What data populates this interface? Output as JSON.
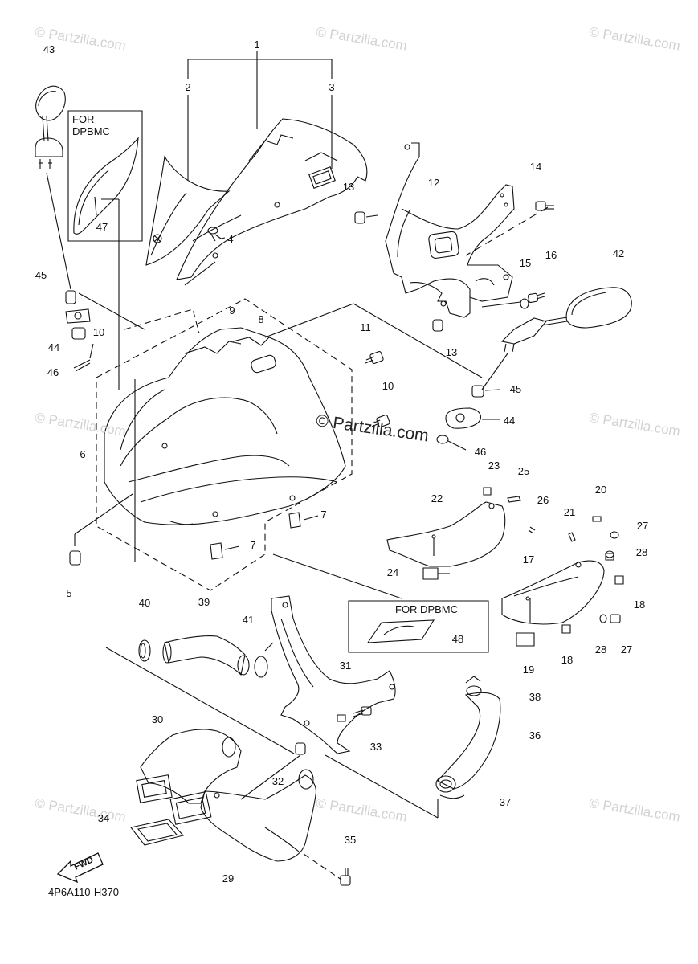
{
  "watermark_text": "© Partzilla.com",
  "diagram_code": "4P6A110-H370",
  "notes": {
    "for_dpbmc_top_line1": "FOR",
    "for_dpbmc_top_line2": "DPBMC",
    "for_dpbmc_bottom": "FOR DPBMC"
  },
  "fwd_label": "FWD",
  "callouts": [
    "1",
    "2",
    "3",
    "4",
    "5",
    "6",
    "7",
    "7",
    "8",
    "9",
    "10",
    "10",
    "11",
    "12",
    "13",
    "13",
    "14",
    "15",
    "16",
    "17",
    "18",
    "18",
    "19",
    "20",
    "21",
    "22",
    "23",
    "24",
    "25",
    "26",
    "27",
    "27",
    "28",
    "28",
    "29",
    "30",
    "31",
    "32",
    "33",
    "34",
    "35",
    "36",
    "37",
    "38",
    "39",
    "40",
    "41",
    "42",
    "43",
    "44",
    "44",
    "45",
    "45",
    "46",
    "46",
    "47",
    "48"
  ],
  "colors": {
    "line": "#111111",
    "watermark": "#d2d2d2",
    "background": "#ffffff"
  }
}
